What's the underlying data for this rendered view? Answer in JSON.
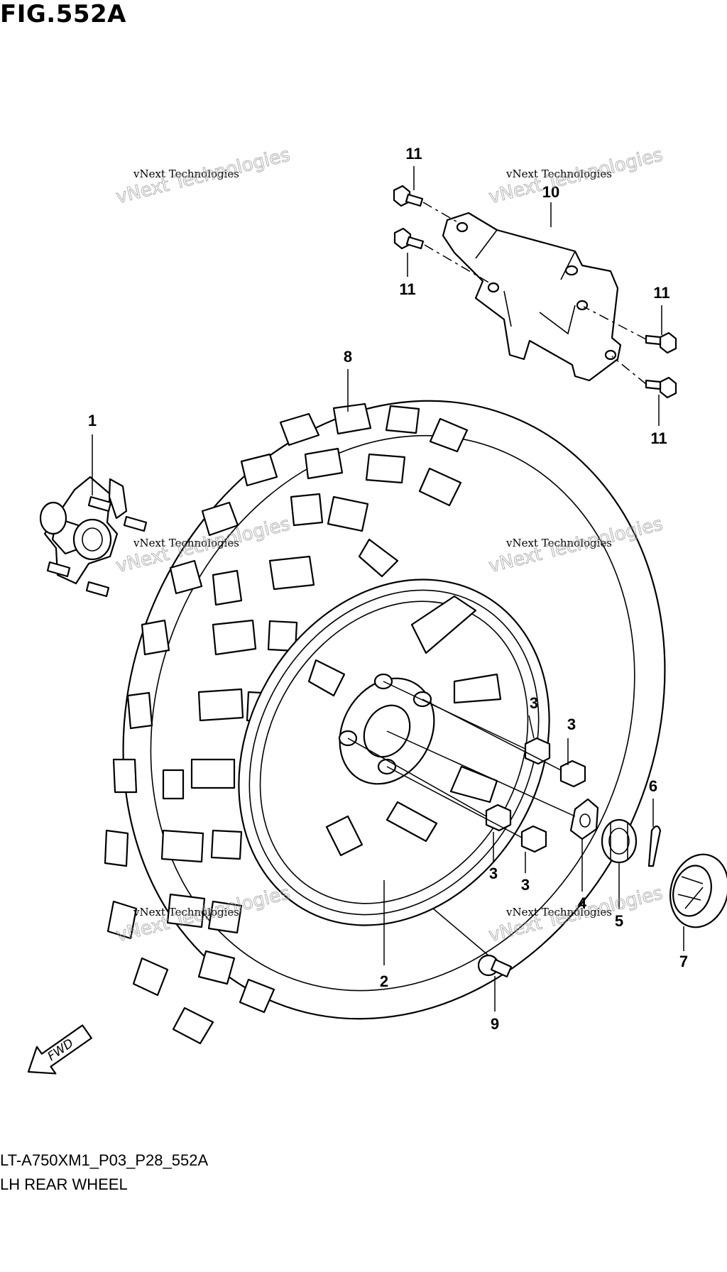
{
  "figure": {
    "title": "FIG.552A",
    "code": "LT-A750XM1_P03_P28_552A",
    "name": "LH REAR WHEEL"
  },
  "watermark": {
    "line1": "vNext Technologies",
    "line2": "vNext Technologies"
  },
  "fwd_label": "FWD",
  "callouts": {
    "p1": "1",
    "p2": "2",
    "p3a": "3",
    "p3b": "3",
    "p3c": "3",
    "p3d": "3",
    "p4": "4",
    "p5": "5",
    "p6": "6",
    "p7": "7",
    "p8": "8",
    "p9": "9",
    "p10": "10",
    "p11a": "11",
    "p11b": "11",
    "p11c": "11",
    "p11d": "11"
  }
}
